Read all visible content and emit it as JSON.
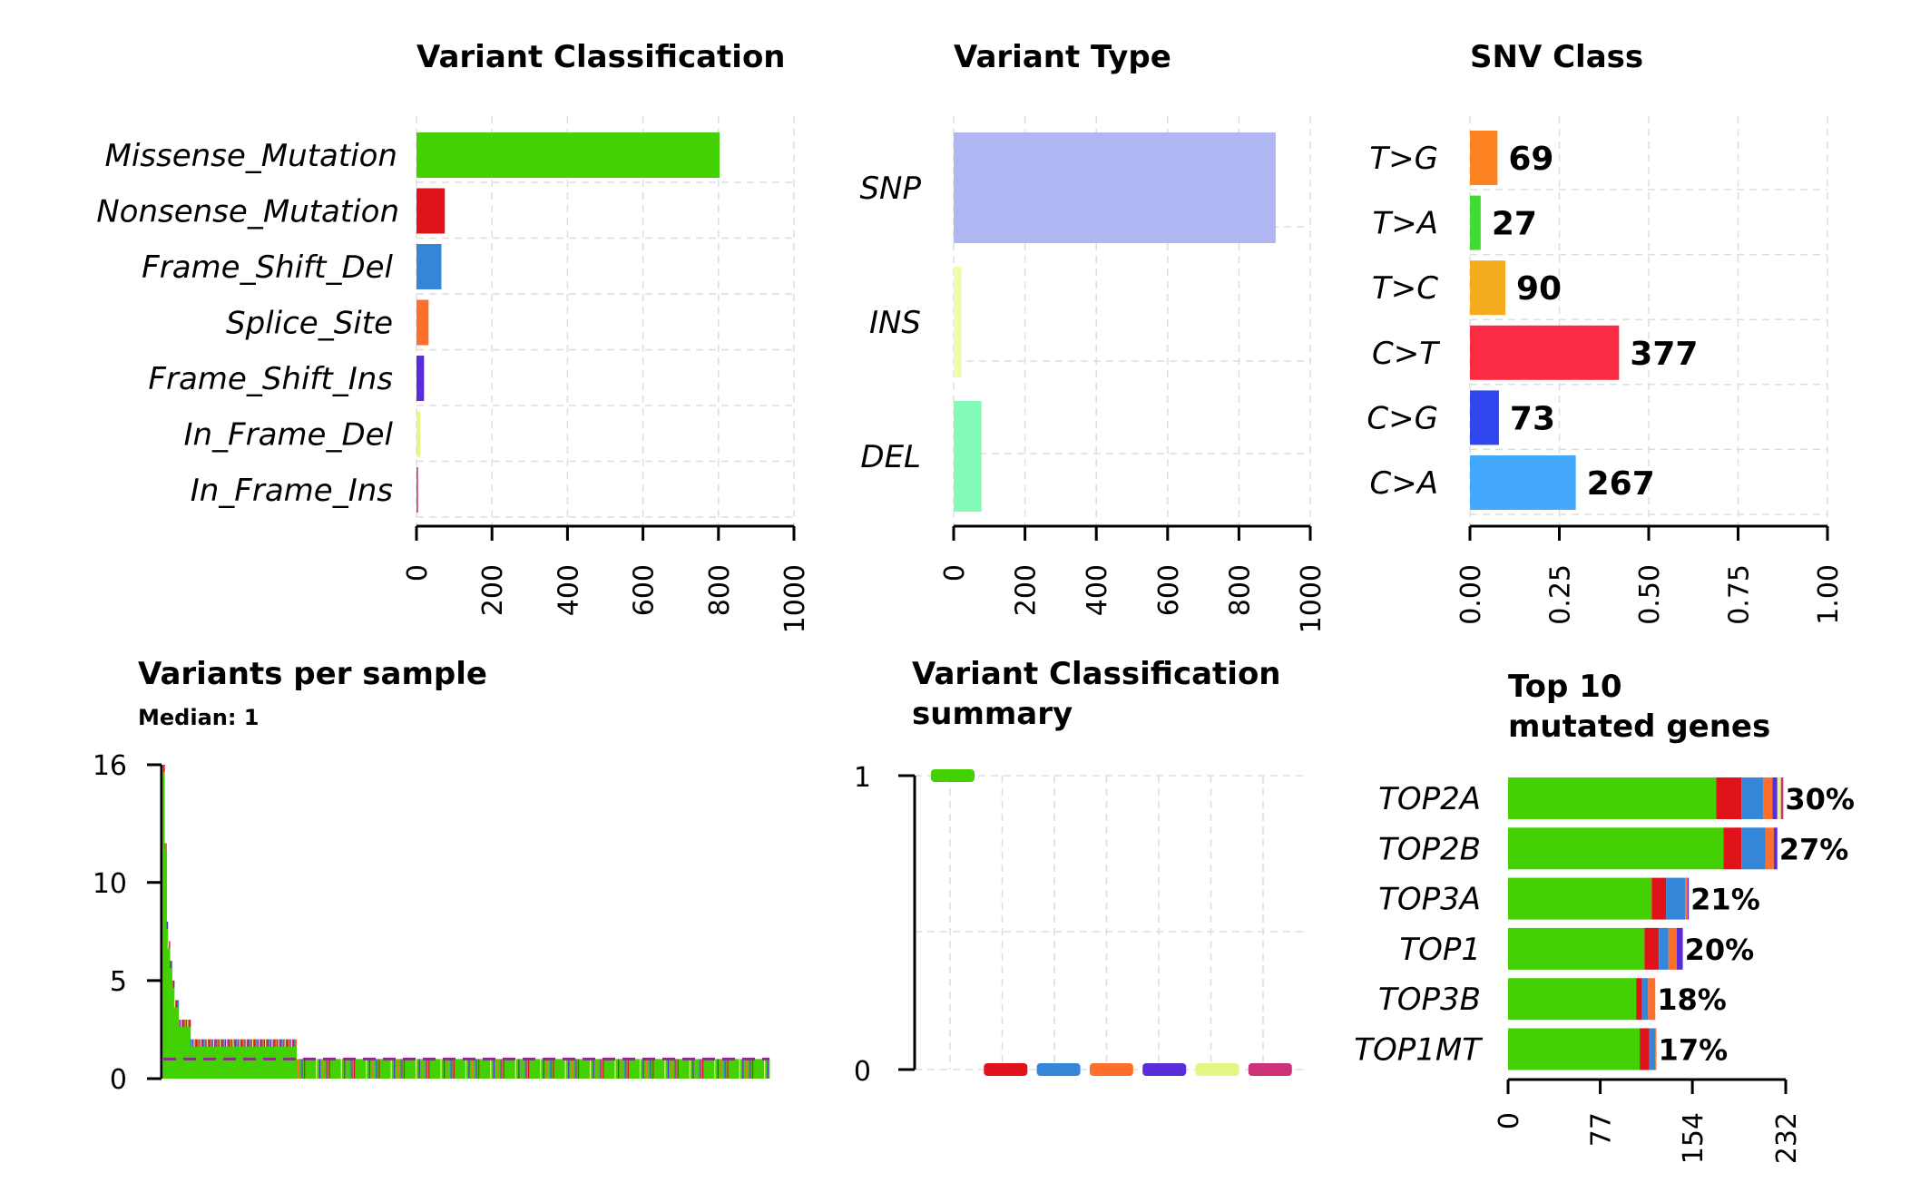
{
  "chart_data": [
    {
      "type": "bar",
      "title": "Variant Classification",
      "categories": [
        "Missense_Mutation",
        "Nonsense_Mutation",
        "Frame_Shift_Del",
        "Splice_Site",
        "Frame_Shift_Ins",
        "In_Frame_Del",
        "In_Frame_Ins"
      ],
      "values": [
        803,
        75,
        66,
        32,
        20,
        10,
        4
      ],
      "colors": [
        "#43d103",
        "#e0131a",
        "#3486d8",
        "#fd6f2a",
        "#5a2ddb",
        "#e3f783",
        "#cc3376"
      ],
      "xlim": [
        0,
        1000
      ],
      "xticks": [
        0,
        200,
        400,
        600,
        800,
        1000
      ],
      "orientation": "horizontal"
    },
    {
      "type": "bar",
      "title": "Variant Type",
      "categories": [
        "SNP",
        "INS",
        "DEL"
      ],
      "values": [
        903,
        22,
        78
      ],
      "colors": [
        "#b0b6f1",
        "#f4fba8",
        "#83fbb6"
      ],
      "xlim": [
        0,
        1000
      ],
      "xticks": [
        0,
        200,
        400,
        600,
        800,
        1000
      ],
      "orientation": "horizontal"
    },
    {
      "type": "bar",
      "title": "SNV Class",
      "categories": [
        "T>G",
        "T>A",
        "T>C",
        "C>T",
        "C>G",
        "C>A"
      ],
      "values": [
        0.077,
        0.03,
        0.099,
        0.417,
        0.081,
        0.296
      ],
      "labels": [
        "69",
        "27",
        "90",
        "377",
        "73",
        "267"
      ],
      "colors": [
        "#fc8320",
        "#40db35",
        "#f2ac1d",
        "#f92c43",
        "#3047f0",
        "#44a8fc"
      ],
      "xlim": [
        0,
        1
      ],
      "xticks": [
        "0.00",
        "0.25",
        "0.50",
        "0.75",
        "1.00"
      ],
      "orientation": "horizontal"
    },
    {
      "type": "bar",
      "title": "Variants per sample",
      "subtitle": "Median: 1",
      "ylim": [
        0,
        16
      ],
      "yticks": [
        0,
        5,
        10,
        16
      ],
      "median": 1,
      "num_samples": 560,
      "sample_totals": [
        16,
        12,
        12,
        8,
        7,
        7,
        6,
        6,
        5,
        5,
        4,
        4,
        4,
        4,
        3,
        3,
        3,
        3,
        3,
        3,
        3,
        3,
        3,
        3,
        3,
        2,
        2,
        2,
        2,
        2,
        2,
        2,
        2,
        2,
        2,
        2,
        2,
        2,
        2,
        2,
        2,
        2,
        2,
        2,
        2,
        2,
        2,
        2,
        2,
        2,
        2,
        2,
        2,
        2,
        2,
        2,
        2,
        2,
        2,
        2,
        2,
        2,
        2,
        2,
        2,
        2,
        2,
        2,
        2,
        2,
        2,
        2,
        2,
        2,
        2,
        2,
        2,
        2,
        2,
        2,
        2,
        2,
        2,
        2,
        2,
        2,
        2,
        2,
        2,
        2,
        2,
        2,
        2,
        2,
        2,
        2,
        2,
        2,
        2,
        2,
        2,
        2,
        2,
        2,
        2,
        2,
        2,
        2,
        2,
        2,
        2,
        2,
        2,
        2,
        2,
        2,
        2,
        2,
        2,
        2,
        2,
        2,
        2
      ],
      "remaining_total": 1,
      "class_colors": [
        "#43d103",
        "#e0131a",
        "#3486d8",
        "#fd6f2a",
        "#5a2ddb",
        "#e3f783",
        "#cc3376"
      ]
    },
    {
      "type": "box",
      "title": "Variant Classification summary",
      "title_lines": [
        "Variant Classification",
        "summary"
      ],
      "ylim": [
        0,
        1
      ],
      "yticks": [
        0,
        1
      ],
      "medians": [
        1,
        0,
        0,
        0,
        0,
        0,
        0
      ],
      "colors": [
        "#43d103",
        "#e0131a",
        "#3486d8",
        "#fd6f2a",
        "#5a2ddb",
        "#e3f783",
        "#cc3376"
      ]
    },
    {
      "type": "bar",
      "title": "Top 10 mutated genes",
      "title_lines": [
        "Top 10",
        "mutated genes"
      ],
      "categories": [
        "TOP2A",
        "TOP2B",
        "TOP3A",
        "TOP1",
        "TOP3B",
        "TOP1MT"
      ],
      "percent_labels": [
        "30%",
        "27%",
        "21%",
        "20%",
        "18%",
        "17%"
      ],
      "stacks": [
        [
          174,
          21,
          18,
          8,
          4,
          3,
          2
        ],
        [
          180,
          15,
          20,
          7,
          3,
          0,
          0
        ],
        [
          120,
          12,
          16,
          2,
          1,
          0,
          0
        ],
        [
          114,
          12,
          8,
          7,
          5,
          0,
          0
        ],
        [
          107,
          5,
          5,
          6,
          0,
          0,
          0
        ],
        [
          110,
          8,
          5,
          1,
          0,
          0,
          0
        ]
      ],
      "stack_colors": [
        "#43d103",
        "#e0131a",
        "#3486d8",
        "#fd6f2a",
        "#5a2ddb",
        "#e3f783",
        "#cc3376"
      ],
      "xlim": [
        0,
        232
      ],
      "xticks": [
        0,
        77,
        154,
        232
      ],
      "orientation": "horizontal"
    }
  ]
}
